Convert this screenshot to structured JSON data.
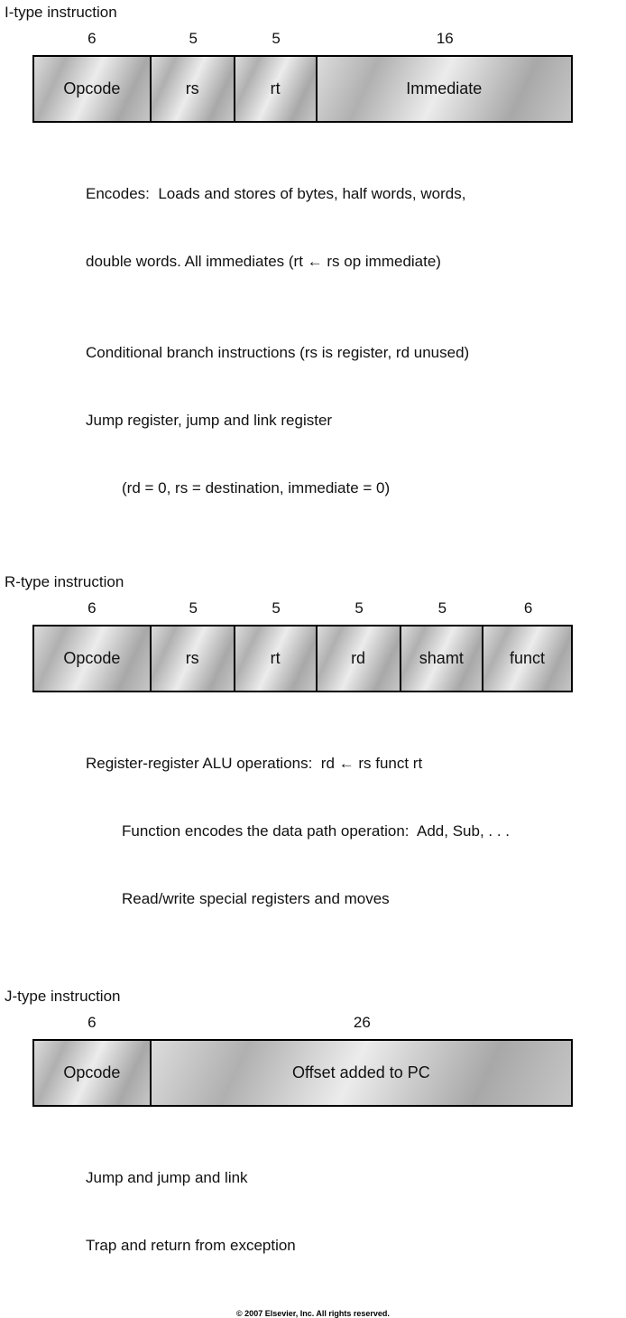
{
  "page": {
    "copyright": "© 2007 Elsevier, Inc. All rights reserved."
  },
  "colors": {
    "box_border": "#000000",
    "box_fill_light": "#ececec",
    "box_fill_dark": "#a8a8a8",
    "text": "#111111"
  },
  "formats": [
    {
      "title": "I-type instruction",
      "fields": [
        {
          "bits": "6",
          "label": "Opcode"
        },
        {
          "bits": "5",
          "label": "rs"
        },
        {
          "bits": "5",
          "label": "rt"
        },
        {
          "bits": "16",
          "label": "Immediate"
        }
      ],
      "notes": [
        {
          "text": "Encodes:  Loads and stores of bytes, half words, words,"
        },
        {
          "text": "double words. All immediates (rt ← rs op immediate)"
        },
        {
          "text": "Conditional branch instructions (rs is register, rd unused)"
        },
        {
          "text": "Jump register, jump and link register"
        },
        {
          "text": "(rd = 0, rs = destination, immediate = 0)"
        }
      ]
    },
    {
      "title": "R-type instruction",
      "fields": [
        {
          "bits": "6",
          "label": "Opcode"
        },
        {
          "bits": "5",
          "label": "rs"
        },
        {
          "bits": "5",
          "label": "rt"
        },
        {
          "bits": "5",
          "label": "rd"
        },
        {
          "bits": "5",
          "label": "shamt"
        },
        {
          "bits": "6",
          "label": "funct"
        }
      ],
      "notes": [
        {
          "text": "Register-register ALU operations:  rd ← rs funct rt"
        },
        {
          "text": "Function encodes the data path operation:  Add, Sub, . . ."
        },
        {
          "text": "Read/write special registers and moves"
        }
      ]
    },
    {
      "title": "J-type instruction",
      "fields": [
        {
          "bits": "6",
          "label": "Opcode"
        },
        {
          "bits": "26",
          "label": "Offset added to PC"
        }
      ],
      "notes": [
        {
          "text": "Jump and jump and link"
        },
        {
          "text": "Trap and return from exception"
        }
      ]
    }
  ]
}
